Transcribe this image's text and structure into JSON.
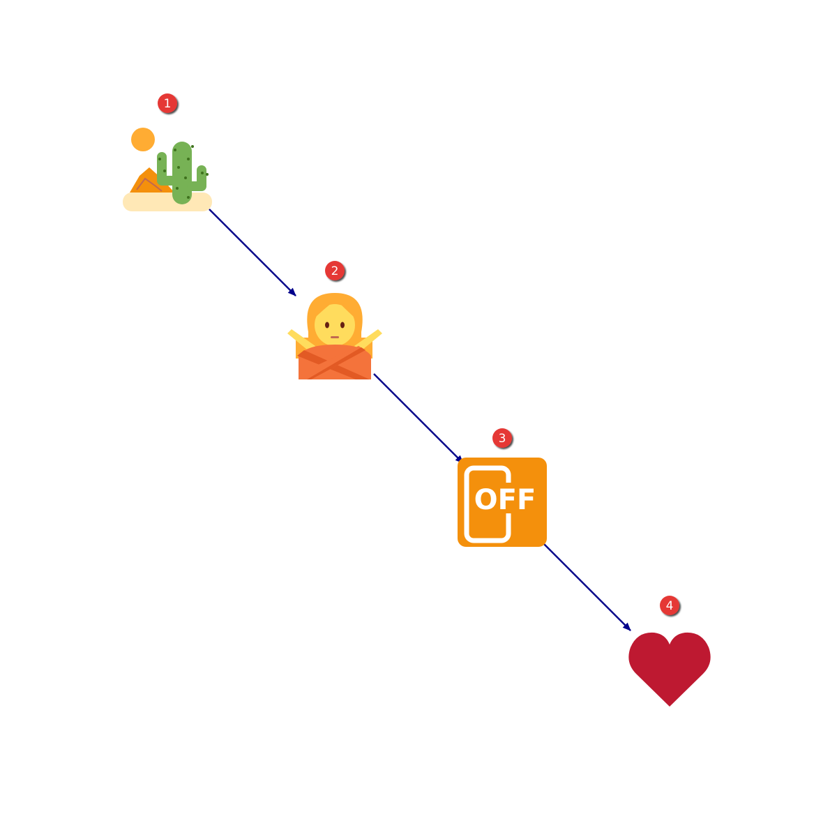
{
  "diagram": {
    "type": "emoji-sequence",
    "steps": [
      {
        "number": "1",
        "icon": "desert-icon"
      },
      {
        "number": "2",
        "icon": "person-gesturing-no-icon"
      },
      {
        "number": "3",
        "icon": "mobile-phone-off-icon",
        "icon_text": "OFF"
      },
      {
        "number": "4",
        "icon": "red-heart-icon"
      }
    ],
    "colors": {
      "arrow": "#00008b",
      "badge": "#e53935",
      "badge_text": "#ffffff",
      "sun": "#ffac33",
      "sand": "#ffe8b6",
      "cactus": "#77b255",
      "dune": "#f4900c",
      "hair": "#ffac33",
      "skin": "#ffdc5d",
      "shirt": "#f4733b",
      "phone_off_bg": "#f4900c",
      "heart": "#be1931"
    }
  }
}
